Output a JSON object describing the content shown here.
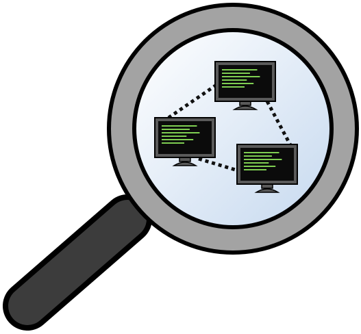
{
  "icon": {
    "name": "network-search-icon",
    "colors": {
      "outline": "#000000",
      "ring": "#a3a3a3",
      "handle": "#3c3c3c",
      "lens_light": "#ffffff",
      "lens_tint": "#c6d9ef",
      "monitor_frame": "#5a5a5a",
      "screen": "#0b0b0b",
      "code_text": "#7fcf52",
      "link": "#111111"
    },
    "computers": [
      {
        "name": "monitor-top",
        "code_lines": 6
      },
      {
        "name": "monitor-left",
        "code_lines": 6
      },
      {
        "name": "monitor-right",
        "code_lines": 6
      }
    ],
    "connections": [
      {
        "from": "monitor-top",
        "to": "monitor-left",
        "style": "dotted"
      },
      {
        "from": "monitor-top",
        "to": "monitor-right",
        "style": "dotted"
      },
      {
        "from": "monitor-left",
        "to": "monitor-right",
        "style": "dotted"
      }
    ]
  }
}
